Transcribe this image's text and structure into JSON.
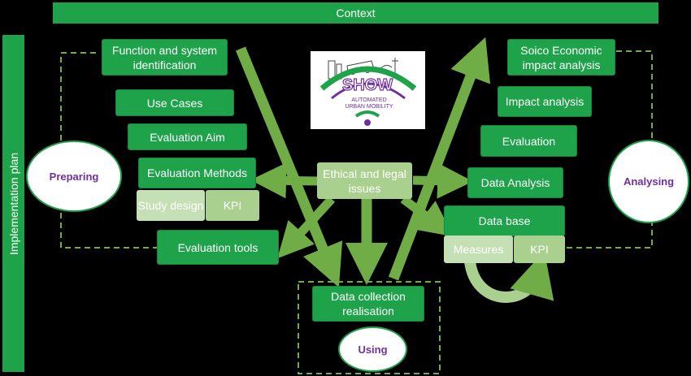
{
  "header": {
    "context": "Context"
  },
  "side": {
    "implementation_plan": "Implementation plan"
  },
  "phases": {
    "preparing": "Preparing",
    "analysing": "Analysing",
    "using": "Using"
  },
  "center": {
    "ethical": "Ethical and legal issues"
  },
  "preparing_boxes": {
    "function_id": "Function and system identification",
    "use_cases": "Use Cases",
    "evaluation_aim": "Evaluation Aim",
    "evaluation_methods": "Evaluation Methods",
    "study_design": "Study design",
    "kpi": "KPI",
    "evaluation_tools": "Evaluation tools"
  },
  "using_boxes": {
    "data_collection": "Data collection realisation"
  },
  "analysing_boxes": {
    "socio_economic": "Soico Economic impact analysis",
    "impact_analysis": "Impact analysis",
    "evaluation": "Evaluation",
    "data_analysis": "Data Analysis",
    "data_base": "Data base",
    "measures": "Measures",
    "kpi": "KPI"
  },
  "logo": {
    "brand": "SHOW",
    "line1": "AUTOMATED",
    "line2": "URBAN MOBILITY"
  },
  "colors": {
    "green": "#1ea24a",
    "arrow": "#70ad47",
    "light_green": "#a9d08e",
    "purple": "#7030a0",
    "background": "#000000"
  }
}
